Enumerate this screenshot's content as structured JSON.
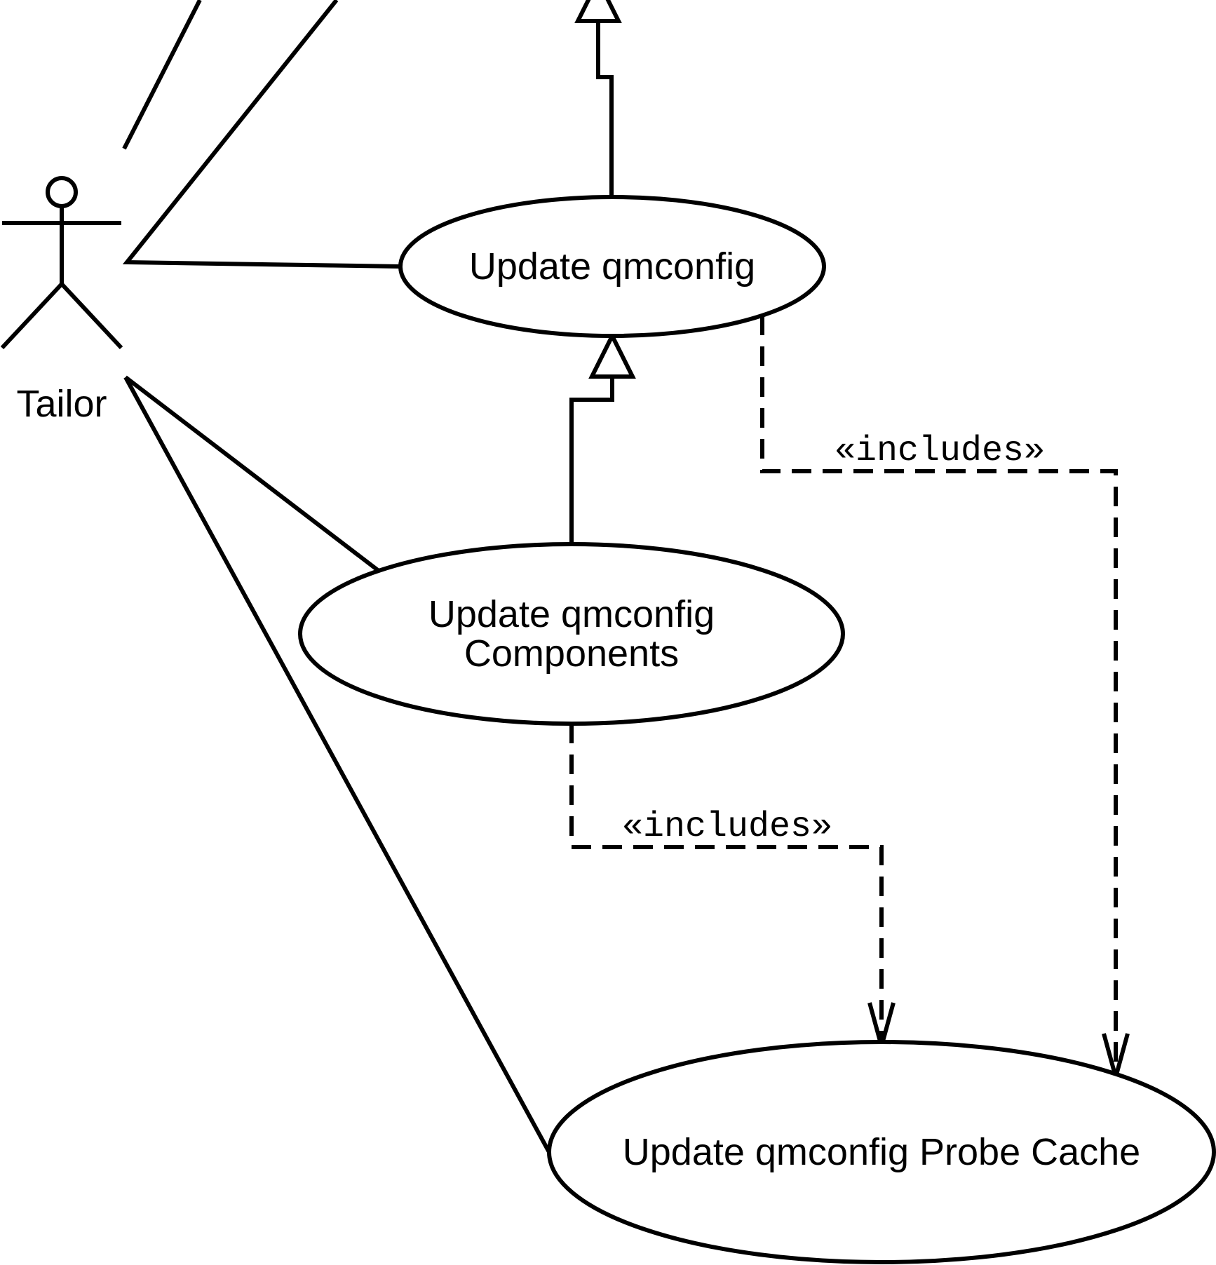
{
  "diagram": {
    "type": "uml-use-case",
    "actor": {
      "name": "Tailor",
      "icon": "stick-figure-icon"
    },
    "use_cases": {
      "update_qmconfig": "Update qmconfig",
      "update_components": {
        "line1": "Update qmconfig",
        "line2": "Components"
      },
      "update_probe_cache": "Update qmconfig Probe Cache"
    },
    "relationships": [
      {
        "from": "update_components",
        "to": "update_qmconfig",
        "kind": "generalization"
      },
      {
        "from": "update_qmconfig",
        "to": "off-page",
        "kind": "generalization"
      },
      {
        "from": "update_qmconfig",
        "to": "update_probe_cache",
        "kind": "include",
        "label": "«includes»"
      },
      {
        "from": "update_components",
        "to": "update_probe_cache",
        "kind": "include",
        "label": "«includes»"
      }
    ],
    "include_label_1": "«includes»",
    "include_label_2": "«includes»"
  }
}
